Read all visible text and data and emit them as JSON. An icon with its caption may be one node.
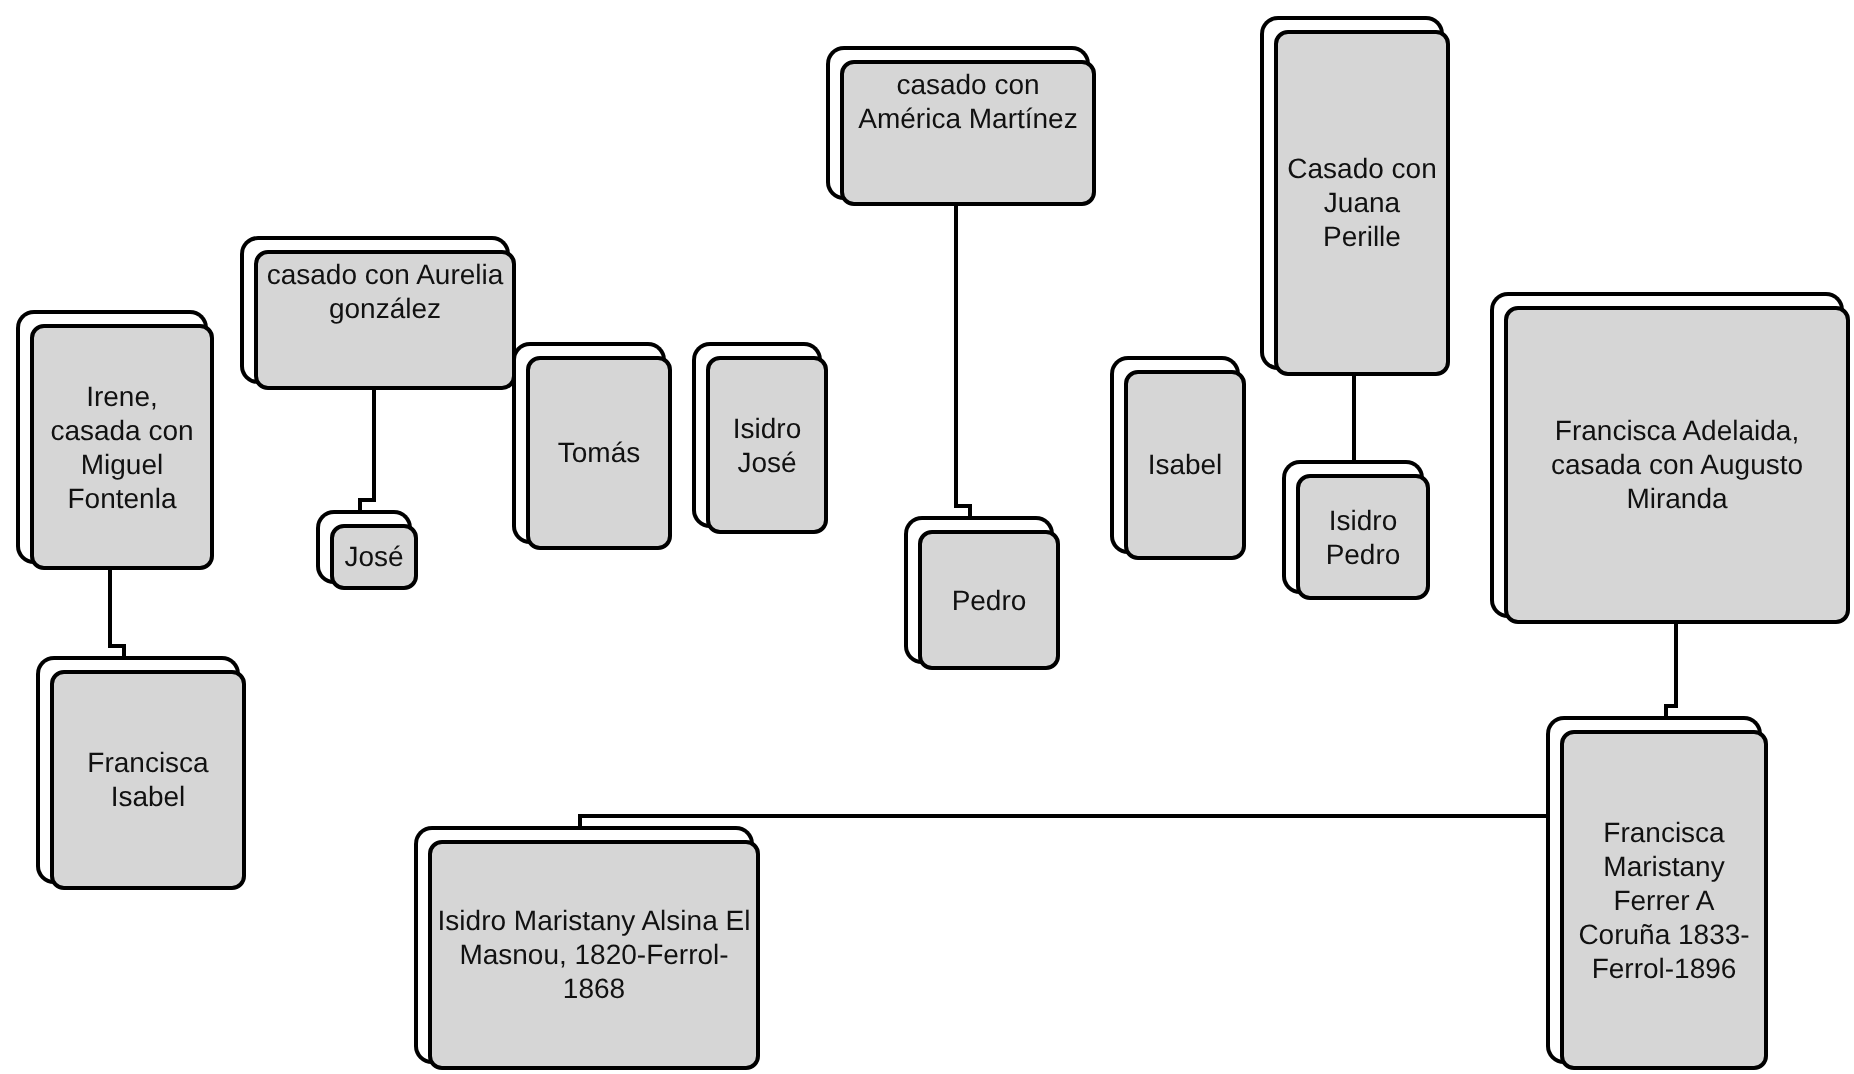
{
  "diagram": {
    "nodes": [
      {
        "text": [
          "casado con América Martínez"
        ]
      },
      {
        "text": [
          "Casado con Juana Perille"
        ]
      },
      {
        "text": [
          "casado con Aurelia gonzález"
        ]
      },
      {
        "text": [
          "Francisca Adelaida, casada con Augusto Miranda"
        ]
      },
      {
        "text": [
          "Irene, casada con Miguel Fontenla"
        ]
      },
      {
        "text": [
          "Tomás"
        ]
      },
      {
        "text": [
          "Isidro José"
        ]
      },
      {
        "text": [
          "Isabel"
        ]
      },
      {
        "text": [
          "José"
        ]
      },
      {
        "text": [
          "Isidro Pedro"
        ]
      },
      {
        "text": [
          "Pedro"
        ]
      },
      {
        "text": [
          "Francisca Isabel"
        ]
      },
      {
        "text": [
          "Francisca Maristany Ferrer A Coruña 1833-Ferrol-1896"
        ]
      },
      {
        "text": [
          "Isidro Maristany Alsina El Masnou, 1820-Ferrol-1868"
        ]
      }
    ],
    "edges": [
      {
        "from": 0,
        "to": 10,
        "arrow": "none"
      },
      {
        "from": 1,
        "to": 9,
        "arrow": "none"
      },
      {
        "from": 2,
        "to": 8,
        "arrow": "none"
      },
      {
        "from": 4,
        "to": 11,
        "arrow": "none"
      },
      {
        "from": 3,
        "to": 12,
        "arrow": "none"
      },
      {
        "from": 12,
        "to": 13,
        "arrow": "none"
      }
    ]
  }
}
